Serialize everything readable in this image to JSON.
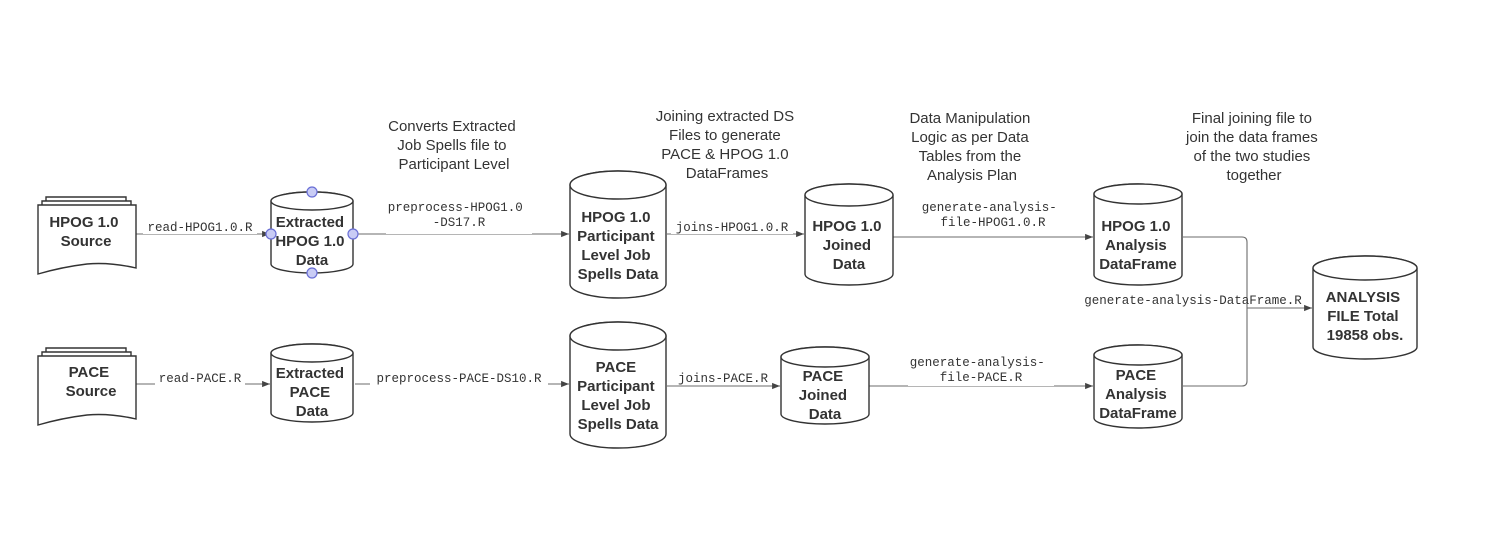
{
  "colors": {
    "stroke": "#333333",
    "edge": "#6b6b6b",
    "fill": "#ffffff",
    "handle": "#6a6fd6",
    "handle_fill": "#c9ccf5"
  },
  "nodes": {
    "hpog_source": [
      "HPOG 1.0",
      "Source"
    ],
    "pace_source": [
      "PACE",
      "Source"
    ],
    "hpog_extracted": [
      "Extracted",
      "HPOG 1.0",
      "Data"
    ],
    "pace_extracted": [
      "Extracted",
      "PACE",
      "Data"
    ],
    "hpog_participant": [
      "HPOG 1.0",
      "Participant",
      "Level Job",
      "Spells Data"
    ],
    "pace_participant": [
      "PACE",
      "Participant",
      "Level Job",
      "Spells Data"
    ],
    "hpog_joined": [
      "HPOG 1.0",
      "Joined",
      "Data"
    ],
    "pace_joined": [
      "PACE",
      "Joined",
      "Data"
    ],
    "hpog_analysis": [
      "HPOG 1.0",
      "Analysis",
      "DataFrame"
    ],
    "pace_analysis": [
      "PACE",
      "Analysis",
      "DataFrame"
    ],
    "final": [
      "ANALYSIS",
      "FILE Total",
      "19858 obs."
    ]
  },
  "edges": {
    "read_hpog": [
      "read-HPOG1.0.R"
    ],
    "read_pace": [
      "read-PACE.R"
    ],
    "preprocess_hpog": [
      "preprocess-HPOG1.0",
      "-DS17.R"
    ],
    "preprocess_pace": [
      "preprocess-PACE-DS10.R"
    ],
    "joins_hpog": [
      "joins-HPOG1.0.R"
    ],
    "joins_pace": [
      "joins-PACE.R"
    ],
    "generate_hpog": [
      "generate-analysis-",
      "file-HPOG1.0.R"
    ],
    "generate_pace": [
      "generate-analysis-",
      "file-PACE.R"
    ],
    "generate_dataframe": [
      "generate-analysis-DataFrame.R"
    ]
  },
  "notes": {
    "converts": [
      "Converts Extracted",
      "Job Spells file to",
      "Participant Level"
    ],
    "joining": [
      "Joining extracted DS",
      "Files to generate",
      "PACE & HPOG 1.0",
      "DataFrames"
    ],
    "manipulation": [
      "Data Manipulation",
      "Logic as per Data",
      "Tables from the",
      "Analysis Plan"
    ],
    "final_join": [
      "Final joining file to",
      "join the data frames",
      "of the two studies",
      "together"
    ]
  }
}
